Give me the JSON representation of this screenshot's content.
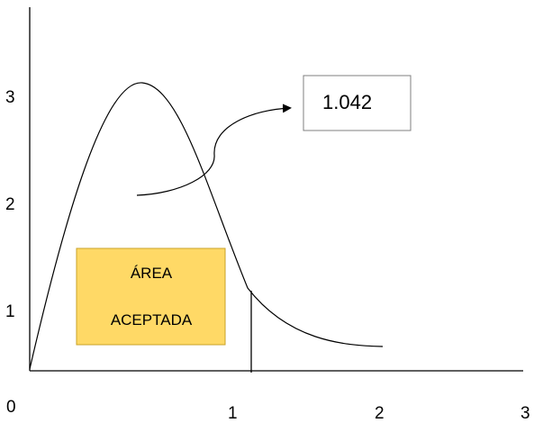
{
  "axes": {
    "origin_label": "0",
    "x_ticks": [
      "1",
      "2",
      "3"
    ],
    "y_ticks": [
      "1",
      "2",
      "3"
    ]
  },
  "value_box": {
    "text": "1.042"
  },
  "area_box": {
    "line1": "ÁREA",
    "line2": "ACEPTADA",
    "fill": "#FFD966",
    "border": "#C9A227"
  },
  "colors": {
    "stroke": "#000000",
    "box_border": "#7F7F7F"
  }
}
